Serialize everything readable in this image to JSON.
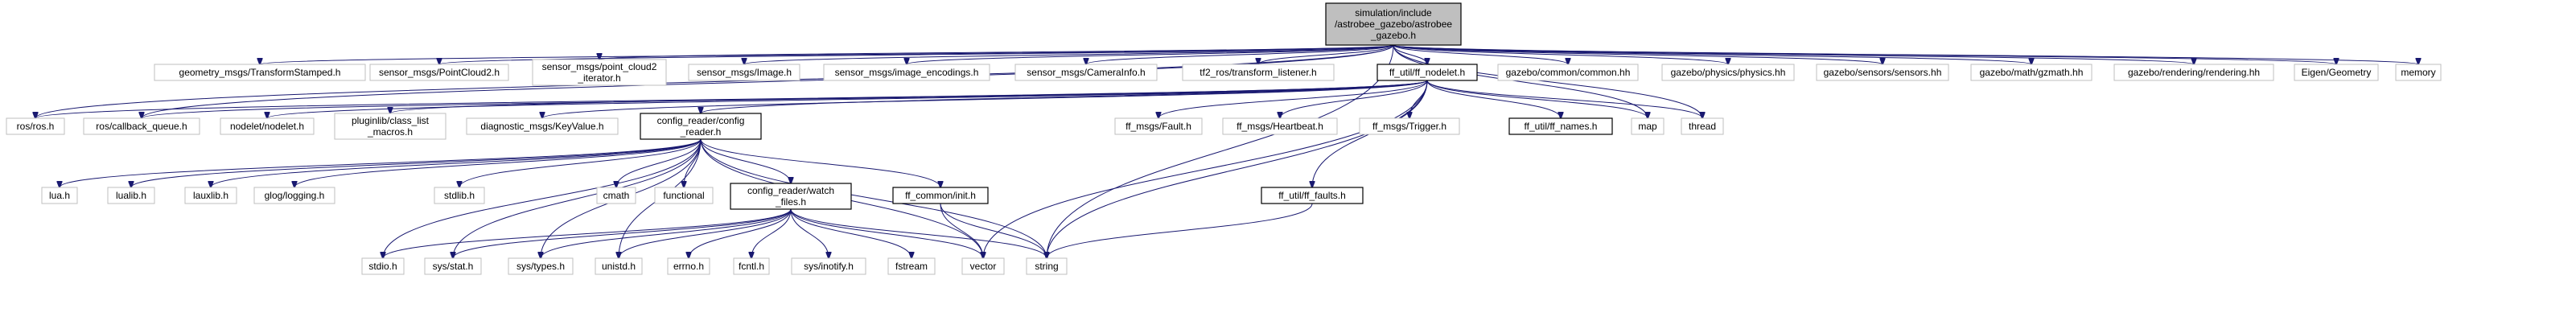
{
  "colors": {
    "edge": "#191970",
    "root_fill": "#bfbfbf",
    "node_border": "#bfbfbf",
    "documented_border": "#000000",
    "background": "#ffffff"
  },
  "nodes": [
    {
      "id": "root",
      "lines": [
        "simulation/include",
        "/astrobee_gazebo/astrobee",
        "_gazebo.h"
      ],
      "style": "root"
    },
    {
      "id": "ros_ros",
      "lines": [
        "ros/ros.h"
      ],
      "style": "plain"
    },
    {
      "id": "ros_cbq",
      "lines": [
        "ros/callback_queue.h"
      ],
      "style": "plain"
    },
    {
      "id": "geom_tf",
      "lines": [
        "geometry_msgs/TransformStamped.h"
      ],
      "style": "plain"
    },
    {
      "id": "pc2",
      "lines": [
        "sensor_msgs/PointCloud2.h"
      ],
      "style": "plain"
    },
    {
      "id": "pc2_it",
      "lines": [
        "sensor_msgs/point_cloud2",
        "_iterator.h"
      ],
      "style": "plain"
    },
    {
      "id": "img",
      "lines": [
        "sensor_msgs/Image.h"
      ],
      "style": "plain"
    },
    {
      "id": "img_enc",
      "lines": [
        "sensor_msgs/image_encodings.h"
      ],
      "style": "plain"
    },
    {
      "id": "caminfo",
      "lines": [
        "sensor_msgs/CameraInfo.h"
      ],
      "style": "plain"
    },
    {
      "id": "tf2",
      "lines": [
        "tf2_ros/transform_listener.h"
      ],
      "style": "plain"
    },
    {
      "id": "ff_nodelet",
      "lines": [
        "ff_util/ff_nodelet.h"
      ],
      "style": "bold"
    },
    {
      "id": "gz_common",
      "lines": [
        "gazebo/common/common.hh"
      ],
      "style": "plain"
    },
    {
      "id": "gz_physics",
      "lines": [
        "gazebo/physics/physics.hh"
      ],
      "style": "plain"
    },
    {
      "id": "gz_sensors",
      "lines": [
        "gazebo/sensors/sensors.hh"
      ],
      "style": "plain"
    },
    {
      "id": "gz_math",
      "lines": [
        "gazebo/math/gzmath.hh"
      ],
      "style": "plain"
    },
    {
      "id": "gz_render",
      "lines": [
        "gazebo/rendering/rendering.hh"
      ],
      "style": "plain"
    },
    {
      "id": "eigen",
      "lines": [
        "Eigen/Geometry"
      ],
      "style": "plain"
    },
    {
      "id": "memory",
      "lines": [
        "memory"
      ],
      "style": "plain"
    },
    {
      "id": "nodelet",
      "lines": [
        "nodelet/nodelet.h"
      ],
      "style": "plain"
    },
    {
      "id": "pluginlib",
      "lines": [
        "pluginlib/class_list",
        "_macros.h"
      ],
      "style": "plain"
    },
    {
      "id": "diag_kv",
      "lines": [
        "diagnostic_msgs/KeyValue.h"
      ],
      "style": "plain"
    },
    {
      "id": "cfg_reader",
      "lines": [
        "config_reader/config",
        "_reader.h"
      ],
      "style": "bold"
    },
    {
      "id": "ff_fault",
      "lines": [
        "ff_msgs/Fault.h"
      ],
      "style": "plain"
    },
    {
      "id": "ff_hb",
      "lines": [
        "ff_msgs/Heartbeat.h"
      ],
      "style": "plain"
    },
    {
      "id": "ff_trigger",
      "lines": [
        "ff_msgs/Trigger.h"
      ],
      "style": "plain"
    },
    {
      "id": "ff_names",
      "lines": [
        "ff_util/ff_names.h"
      ],
      "style": "bold"
    },
    {
      "id": "map",
      "lines": [
        "map"
      ],
      "style": "plain"
    },
    {
      "id": "thread",
      "lines": [
        "thread"
      ],
      "style": "plain"
    },
    {
      "id": "lua",
      "lines": [
        "lua.h"
      ],
      "style": "plain"
    },
    {
      "id": "lualib",
      "lines": [
        "lualib.h"
      ],
      "style": "plain"
    },
    {
      "id": "lauxlib",
      "lines": [
        "lauxlib.h"
      ],
      "style": "plain"
    },
    {
      "id": "glog",
      "lines": [
        "glog/logging.h"
      ],
      "style": "plain"
    },
    {
      "id": "stdlib",
      "lines": [
        "stdlib.h"
      ],
      "style": "plain"
    },
    {
      "id": "cmath",
      "lines": [
        "cmath"
      ],
      "style": "plain"
    },
    {
      "id": "functional",
      "lines": [
        "functional"
      ],
      "style": "plain"
    },
    {
      "id": "watch_files",
      "lines": [
        "config_reader/watch",
        "_files.h"
      ],
      "style": "bold"
    },
    {
      "id": "ff_init",
      "lines": [
        "ff_common/init.h"
      ],
      "style": "bold"
    },
    {
      "id": "ff_faults",
      "lines": [
        "ff_util/ff_faults.h"
      ],
      "style": "bold"
    },
    {
      "id": "stdio",
      "lines": [
        "stdio.h"
      ],
      "style": "plain"
    },
    {
      "id": "sys_stat",
      "lines": [
        "sys/stat.h"
      ],
      "style": "plain"
    },
    {
      "id": "sys_types",
      "lines": [
        "sys/types.h"
      ],
      "style": "plain"
    },
    {
      "id": "unistd",
      "lines": [
        "unistd.h"
      ],
      "style": "plain"
    },
    {
      "id": "errno",
      "lines": [
        "errno.h"
      ],
      "style": "plain"
    },
    {
      "id": "fcntl",
      "lines": [
        "fcntl.h"
      ],
      "style": "plain"
    },
    {
      "id": "sys_inotify",
      "lines": [
        "sys/inotify.h"
      ],
      "style": "plain"
    },
    {
      "id": "fstream",
      "lines": [
        "fstream"
      ],
      "style": "plain"
    },
    {
      "id": "vector",
      "lines": [
        "vector"
      ],
      "style": "plain"
    },
    {
      "id": "string",
      "lines": [
        "string"
      ],
      "style": "plain"
    }
  ],
  "edges": [
    [
      "root",
      "ros_ros"
    ],
    [
      "root",
      "ros_cbq"
    ],
    [
      "root",
      "geom_tf"
    ],
    [
      "root",
      "pc2"
    ],
    [
      "root",
      "pc2_it"
    ],
    [
      "root",
      "img"
    ],
    [
      "root",
      "img_enc"
    ],
    [
      "root",
      "caminfo"
    ],
    [
      "root",
      "tf2"
    ],
    [
      "root",
      "ff_nodelet"
    ],
    [
      "root",
      "gz_common"
    ],
    [
      "root",
      "gz_physics"
    ],
    [
      "root",
      "gz_sensors"
    ],
    [
      "root",
      "gz_math"
    ],
    [
      "root",
      "gz_render"
    ],
    [
      "root",
      "eigen"
    ],
    [
      "root",
      "memory"
    ],
    [
      "root",
      "map"
    ],
    [
      "root",
      "thread"
    ],
    [
      "root",
      "string"
    ],
    [
      "ff_nodelet",
      "ros_ros"
    ],
    [
      "ff_nodelet",
      "ros_cbq"
    ],
    [
      "ff_nodelet",
      "nodelet"
    ],
    [
      "ff_nodelet",
      "pluginlib"
    ],
    [
      "ff_nodelet",
      "diag_kv"
    ],
    [
      "ff_nodelet",
      "cfg_reader"
    ],
    [
      "ff_nodelet",
      "ff_fault"
    ],
    [
      "ff_nodelet",
      "ff_hb"
    ],
    [
      "ff_nodelet",
      "ff_trigger"
    ],
    [
      "ff_nodelet",
      "ff_names"
    ],
    [
      "ff_nodelet",
      "map"
    ],
    [
      "ff_nodelet",
      "thread"
    ],
    [
      "ff_nodelet",
      "ff_faults"
    ],
    [
      "ff_nodelet",
      "vector"
    ],
    [
      "ff_nodelet",
      "string"
    ],
    [
      "cfg_reader",
      "lua"
    ],
    [
      "cfg_reader",
      "lualib"
    ],
    [
      "cfg_reader",
      "lauxlib"
    ],
    [
      "cfg_reader",
      "glog"
    ],
    [
      "cfg_reader",
      "stdlib"
    ],
    [
      "cfg_reader",
      "cmath"
    ],
    [
      "cfg_reader",
      "functional"
    ],
    [
      "cfg_reader",
      "watch_files"
    ],
    [
      "cfg_reader",
      "ff_init"
    ],
    [
      "cfg_reader",
      "stdio"
    ],
    [
      "cfg_reader",
      "sys_stat"
    ],
    [
      "cfg_reader",
      "sys_types"
    ],
    [
      "cfg_reader",
      "unistd"
    ],
    [
      "cfg_reader",
      "vector"
    ],
    [
      "cfg_reader",
      "string"
    ],
    [
      "watch_files",
      "stdio"
    ],
    [
      "watch_files",
      "sys_stat"
    ],
    [
      "watch_files",
      "sys_types"
    ],
    [
      "watch_files",
      "unistd"
    ],
    [
      "watch_files",
      "errno"
    ],
    [
      "watch_files",
      "fcntl"
    ],
    [
      "watch_files",
      "sys_inotify"
    ],
    [
      "watch_files",
      "fstream"
    ],
    [
      "watch_files",
      "vector"
    ],
    [
      "watch_files",
      "string"
    ],
    [
      "ff_init",
      "vector"
    ],
    [
      "ff_init",
      "string"
    ],
    [
      "ff_faults",
      "string"
    ]
  ]
}
